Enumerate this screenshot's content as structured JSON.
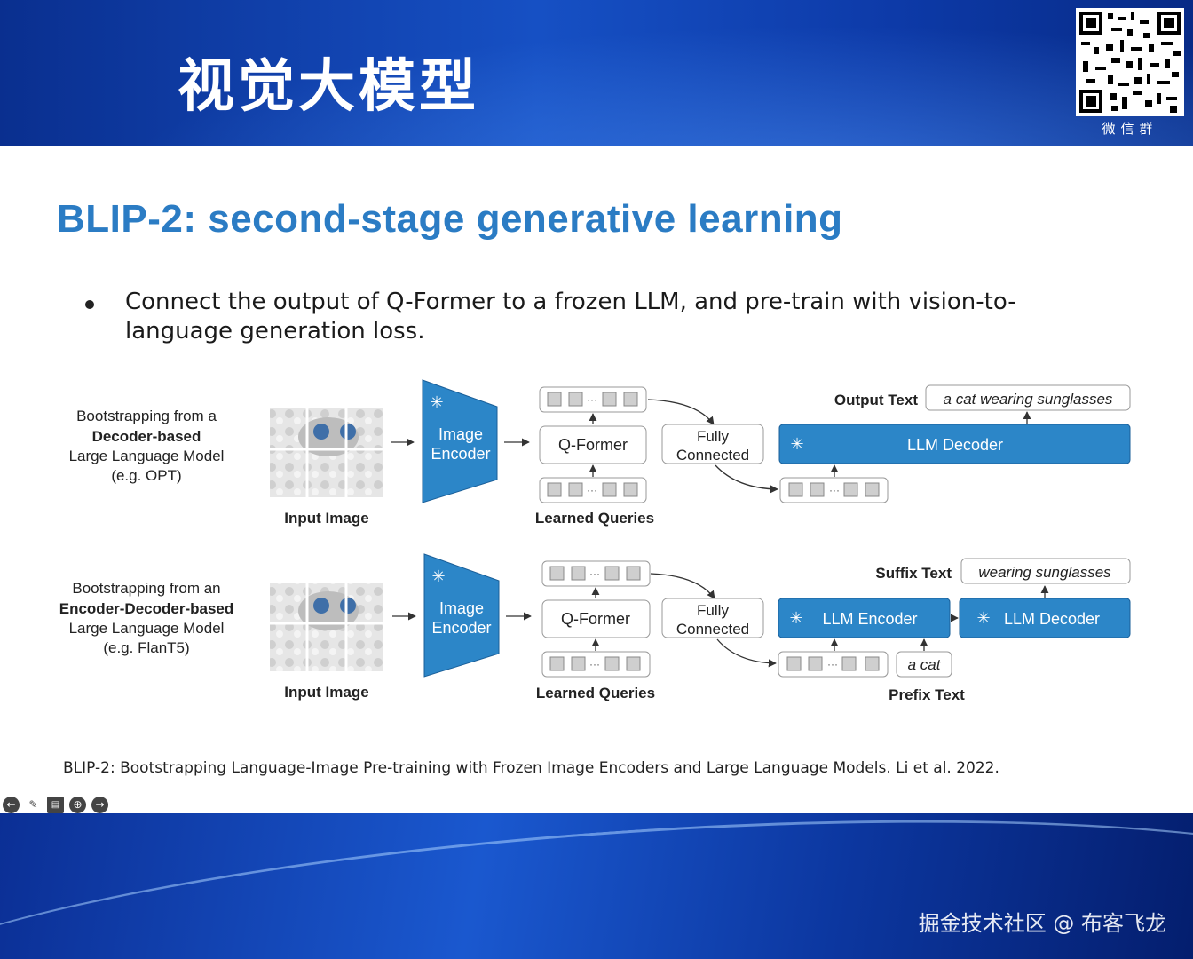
{
  "header": {
    "title": "视觉大模型",
    "qr_caption": "微信群"
  },
  "slide": {
    "section_title": "BLIP-2: second-stage generative learning",
    "bullet": "Connect the output of Q-Former to a frozen LLM, and pre-train with vision-to-language generation loss.",
    "citation": "BLIP-2: Bootstrapping Language-Image Pre-training with Frozen Image Encoders and Large Language Models. Li et al. 2022."
  },
  "diagram": {
    "top": {
      "desc_line1": "Bootstrapping from a",
      "desc_line2": "Decoder-based",
      "desc_line3": "Large Language Model",
      "desc_line4": "(e.g. OPT)",
      "input_image": "Input Image",
      "image_encoder_1": "Image",
      "image_encoder_2": "Encoder",
      "qformer": "Q-Former",
      "learned_queries": "Learned Queries",
      "fc_1": "Fully",
      "fc_2": "Connected",
      "llm_decoder": "LLM Decoder",
      "output_label": "Output Text",
      "output_text": "a cat wearing sunglasses"
    },
    "bottom": {
      "desc_line1": "Bootstrapping from an",
      "desc_line2": "Encoder-Decoder-based",
      "desc_line3": "Large Language Model",
      "desc_line4": "(e.g. FlanT5)",
      "input_image": "Input Image",
      "image_encoder_1": "Image",
      "image_encoder_2": "Encoder",
      "qformer": "Q-Former",
      "learned_queries": "Learned Queries",
      "fc_1": "Fully",
      "fc_2": "Connected",
      "llm_encoder": "LLM Encoder",
      "llm_decoder": "LLM Decoder",
      "suffix_label": "Suffix Text",
      "suffix_text": "wearing sunglasses",
      "prefix_text": "a cat",
      "prefix_label": "Prefix Text"
    }
  },
  "footer": {
    "watermark": "掘金技术社区 @ 布客飞龙"
  },
  "colors": {
    "band": "#1650c4",
    "section_title": "#2b7cc4",
    "block_blue": "#2c86c8"
  },
  "icons": [
    "snowflake-icon",
    "qr-code",
    "prev-slide-icon",
    "pen-icon",
    "captions-icon",
    "zoom-icon",
    "next-slide-icon"
  ]
}
